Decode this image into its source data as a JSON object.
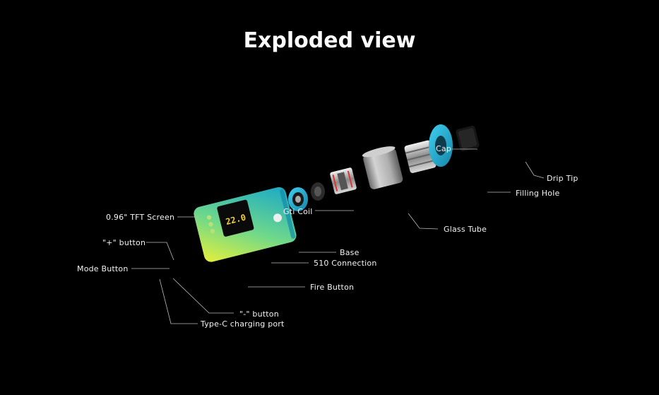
{
  "title": "Exploded view",
  "labels": {
    "cap": "Cap",
    "drip_tip": "Drip Tip",
    "filling_hole": "Filling Hole",
    "gti_coil": "Gti Coil",
    "glass_tube": "Glass Tube",
    "tft_screen": "0.96\" TFT Screen",
    "plus_button": "\"+\" button",
    "mode_button": "Mode Button",
    "base": "Base",
    "connection_510": "510 Connection",
    "fire_button": "Fire Button",
    "minus_button": "\"-\" button",
    "type_c_port": "Type-C charging port"
  },
  "screen_readout": "22.0"
}
